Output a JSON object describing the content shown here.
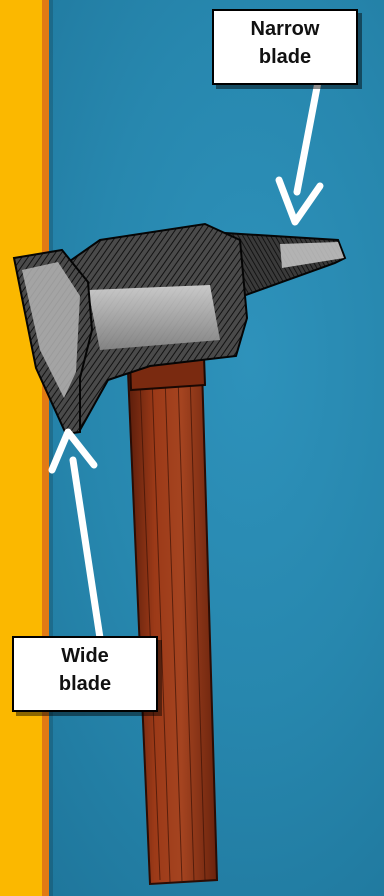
{
  "labels": {
    "narrow": {
      "line1": "Narrow",
      "line2": "blade"
    },
    "wide": {
      "line1": "Wide",
      "line2": "blade"
    }
  },
  "colors": {
    "background_blue": "#2787ae",
    "left_panel": "#fbb800",
    "left_panel_edge": "#e17a14",
    "handle_wood": "#8e3316",
    "blade_steel": "#9c9c9c",
    "arrow": "#ffffff"
  }
}
